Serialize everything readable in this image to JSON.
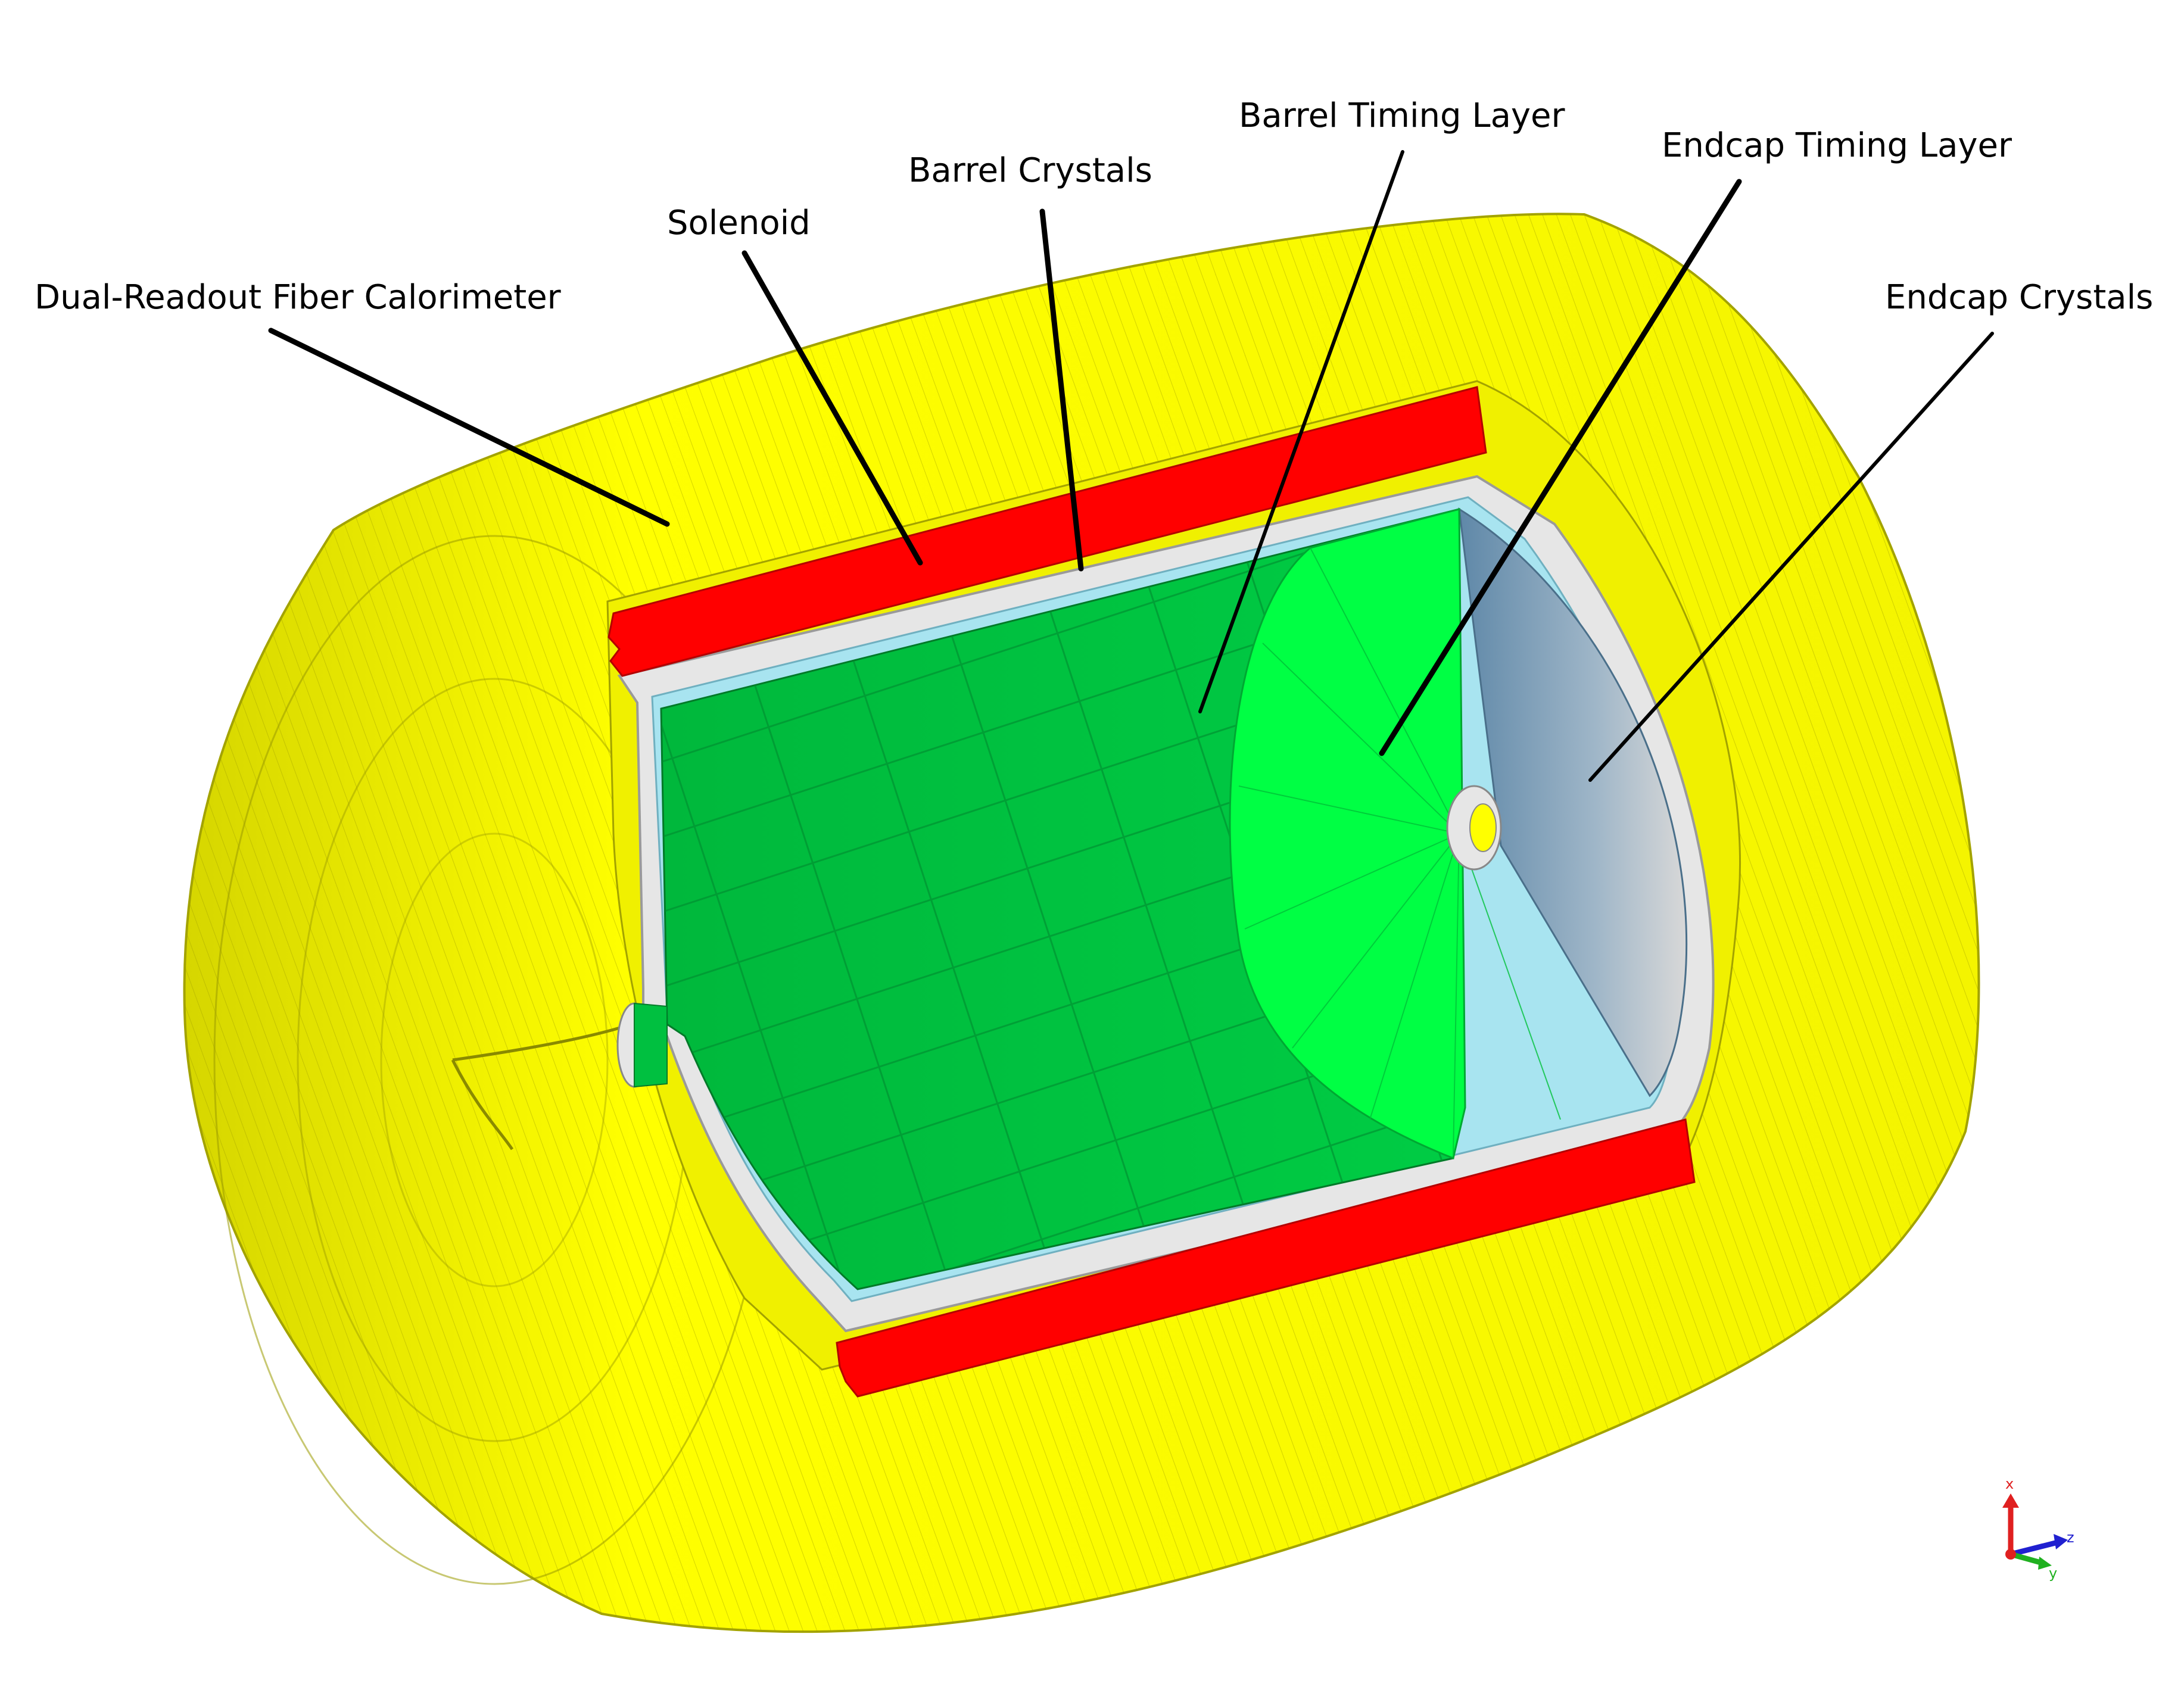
{
  "labels": {
    "calorimeter": "Dual-Readout Fiber Calorimeter",
    "solenoid": "Solenoid",
    "barrel_crystals": "Barrel Crystals",
    "barrel_timing": "Barrel Timing Layer",
    "endcap_timing": "Endcap Timing Layer",
    "endcap_crystals": "Endcap Crystals"
  },
  "axes": {
    "x": "x",
    "y": "y",
    "z": "z"
  },
  "colors": {
    "calorimeter": "#ffff00",
    "solenoid": "#ff0000",
    "crystals": "#00cc44",
    "crystals_light": "#00ff44",
    "timing_layer": "#a8e4f0",
    "support": "#e6e6e6",
    "endcap_blue": "#7a9cb8"
  }
}
